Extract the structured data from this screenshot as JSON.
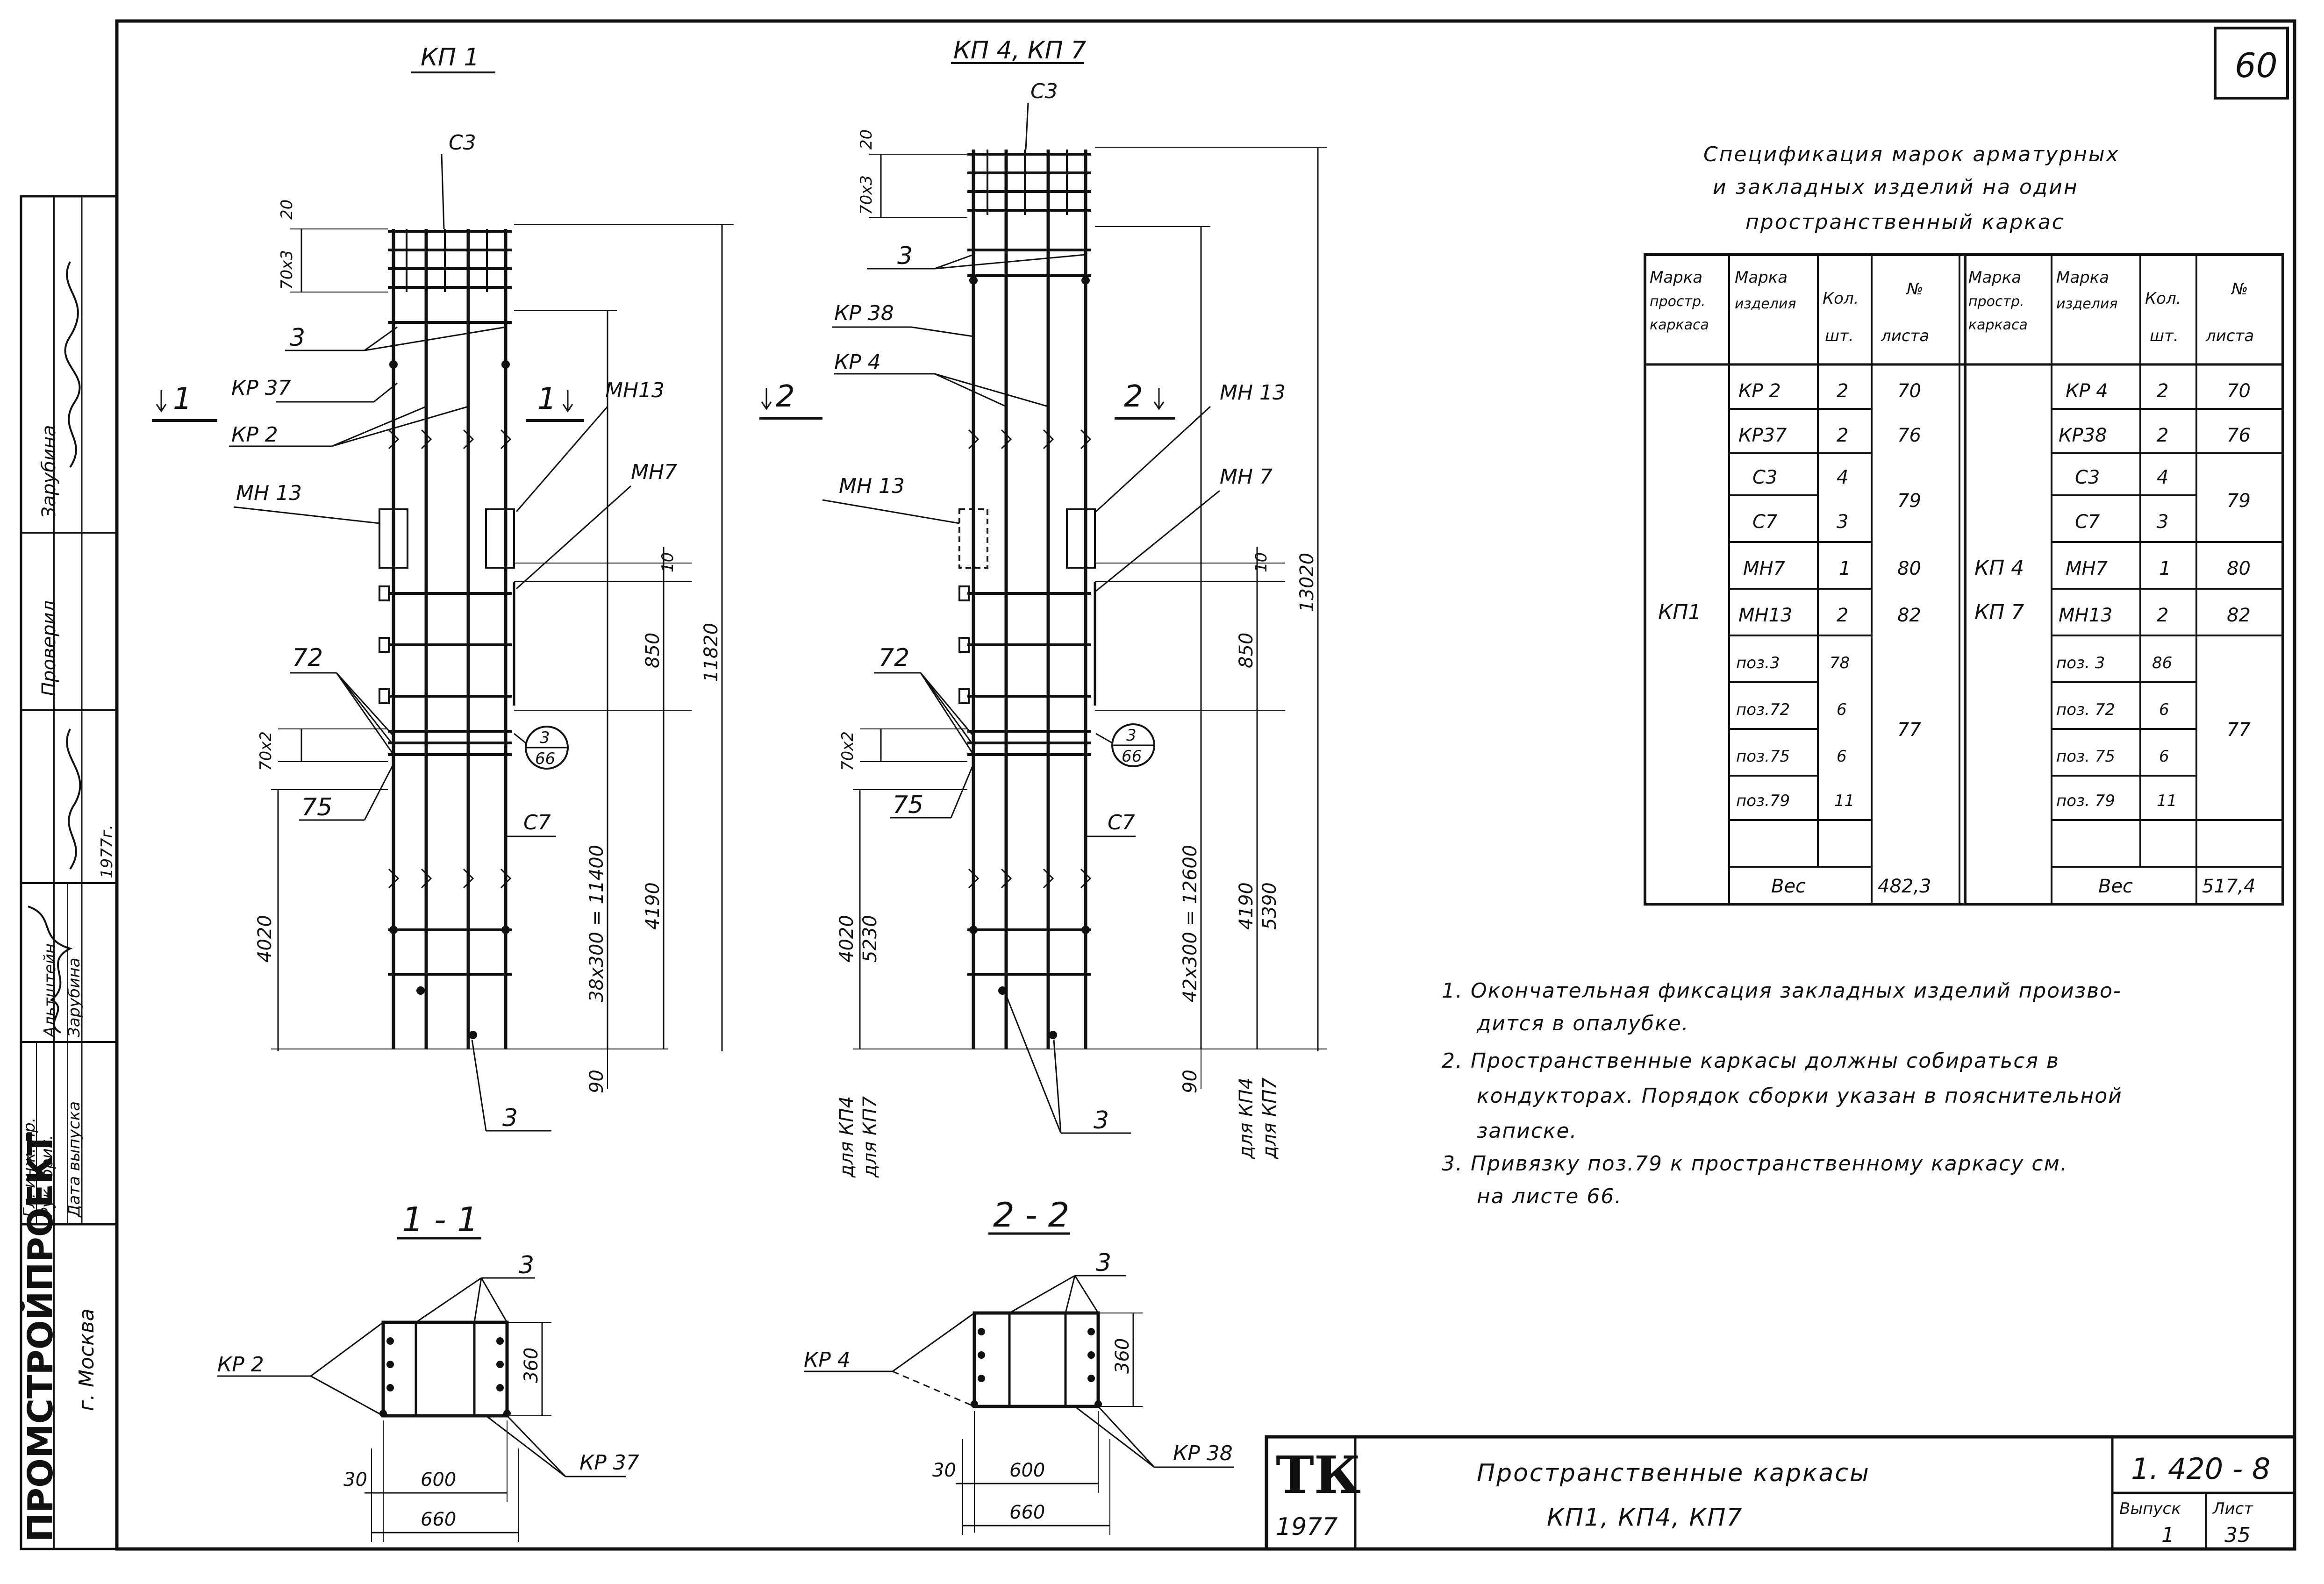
{
  "sheet_number": "60",
  "stamp": {
    "org": "ПРОМСТРОЙПРОЕКТ",
    "city": "г. Москва",
    "roles": [
      "Гл. инж. пр.",
      "Рук. бриг.",
      "Дата выпуска"
    ],
    "names": [
      "Альтштейн",
      "Зарубина"
    ],
    "checked": "Проверил",
    "checker": "Зарубина",
    "year": "1977г."
  },
  "views": {
    "kp1": {
      "title": "КП 1",
      "labels": {
        "c3": "С3",
        "pitch": "70х3",
        "twenty": "20",
        "pos3": "3",
        "kr37": "КР 37",
        "kr2": "КР 2",
        "mn13_l": "МН 13",
        "mn13_r": "МН13",
        "mn7": "МН7",
        "p72": "72",
        "p75": "75",
        "c7": "С7",
        "pitch2": "70х2",
        "pos3_bot": "3",
        "cut_l": "1",
        "cut_r": "1",
        "d10": "10",
        "d850": "850",
        "d11820": "11820",
        "d4190": "4190",
        "d38": "38х300 = 11400",
        "d4020": "4020",
        "d90": "90",
        "ref_top": "3",
        "ref_bot": "66"
      }
    },
    "kp47": {
      "title": "КП 4, КП 7",
      "labels": {
        "c3": "С3",
        "pitch": "70х3",
        "twenty": "20",
        "pos3": "3",
        "kr38": "КР 38",
        "kr4": "КР 4",
        "mn13_l": "МН 13",
        "mn13_r": "МН 13",
        "mn7": "МН 7",
        "p72": "72",
        "p75": "75",
        "c7": "С7",
        "pitch2": "70х2",
        "pos3_bot": "3",
        "cut_l": "2",
        "cut_r": "2",
        "d10": "10",
        "d850": "850",
        "d13020": "13020",
        "d4190": "4190",
        "d5390": "5390",
        "d42": "42х300 = 12600",
        "d4020": "4020",
        "d5230": "5230",
        "d90": "90",
        "for_kp4": "для КП4",
        "for_kp7": "для КП7",
        "for_kp4b": "для КП4",
        "for_kp7b": "для КП7",
        "ref_top": "3",
        "ref_bot": "66"
      }
    }
  },
  "sections": {
    "s1": {
      "title": "1 - 1",
      "pos3": "3",
      "kr_left": "КР 2",
      "kr_right": "КР 37",
      "d360": "360",
      "d30": "30",
      "d600": "600",
      "d660": "660"
    },
    "s2": {
      "title": "2 - 2",
      "pos3": "3",
      "kr_left": "КР 4",
      "kr_right": "КР 38",
      "d360": "360",
      "d30": "30",
      "d600": "600",
      "d660": "660"
    }
  },
  "spec": {
    "title": [
      "Спецификация марок арматурных",
      "и закладных изделий на один",
      "пространственный каркас"
    ],
    "headers": {
      "col1": [
        "Марка",
        "простр.",
        "каркаса"
      ],
      "col2": [
        "Марка",
        "изделия"
      ],
      "col3": [
        "Кол.",
        "шт."
      ],
      "col4": [
        "№",
        "листа"
      ]
    },
    "left": {
      "frame": "КП1",
      "items": [
        [
          "КР 2",
          "2"
        ],
        [
          "КР37",
          "2"
        ],
        [
          "С3",
          "4"
        ],
        [
          "С7",
          "3"
        ],
        [
          "МН7",
          "1"
        ],
        [
          "МН13",
          "2"
        ],
        [
          "поз.3",
          "78"
        ],
        [
          "поз.72",
          "6"
        ],
        [
          "поз.75",
          "6"
        ],
        [
          "поз.79",
          "11"
        ]
      ],
      "sheets": [
        "70",
        "76",
        "79",
        "80",
        "82",
        "77"
      ],
      "weight_label": "Вес",
      "weight": "482,3"
    },
    "right": {
      "frames": [
        "КП 4",
        "КП 7"
      ],
      "items": [
        [
          "КР 4",
          "2"
        ],
        [
          "КР38",
          "2"
        ],
        [
          "С3",
          "4"
        ],
        [
          "С7",
          "3"
        ],
        [
          "МН7",
          "1"
        ],
        [
          "МН13",
          "2"
        ],
        [
          "поз. 3",
          "86"
        ],
        [
          "поз. 72",
          "6"
        ],
        [
          "поз. 75",
          "6"
        ],
        [
          "поз. 79",
          "11"
        ]
      ],
      "sheets": [
        "70",
        "76",
        "79",
        "80",
        "82",
        "77"
      ],
      "weight_label": "Вес",
      "weight": "517,4"
    }
  },
  "notes": [
    "1.  Окончательная фиксация закладных изделий произво-",
    "дится в опалубке.",
    "2.  Пространственные каркасы должны собираться в",
    "кондукторах. Порядок сборки указан в пояснительной",
    "записке.",
    "3.  Привязку поз.79 к пространственному каркасу см.",
    "на листе 66."
  ],
  "title_block": {
    "tk": "ТК",
    "year": "1977",
    "name": "Пространственные каркасы",
    "marks": "КП1, КП4, КП7",
    "code": "1. 420 - 8",
    "issue_label": "Выпуск",
    "issue": "1",
    "sheet_label": "Лист",
    "sheet": "35"
  }
}
